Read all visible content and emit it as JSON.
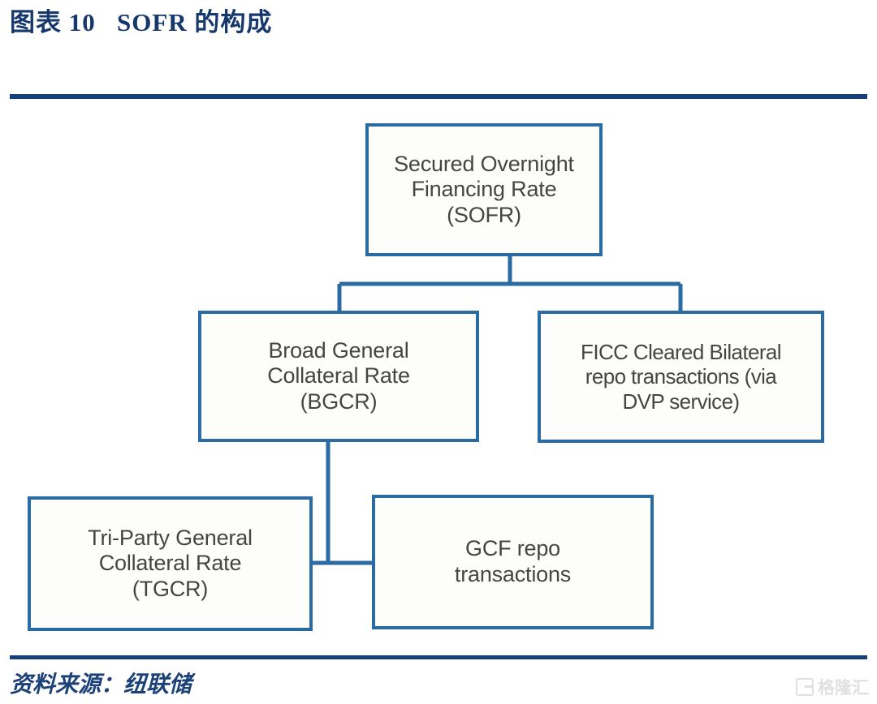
{
  "header": {
    "title": "图表 10   SOFR 的构成",
    "rule_color": "#164077"
  },
  "diagram": {
    "type": "hierarchy-flowchart",
    "border_color": "#2a6ba4",
    "node_fill": "#fdfdfb",
    "text_color": "#454545",
    "nodes": [
      {
        "id": "sofr",
        "label": "Secured Overnight\nFinancing Rate\n(SOFR)",
        "level": 0
      },
      {
        "id": "bgcr",
        "label": "Broad General\nCollateral Rate\n(BGCR)",
        "level": 1
      },
      {
        "id": "ficc",
        "label": "FICC Cleared Bilateral\nrepo transactions (via\nDVP service)",
        "level": 1
      },
      {
        "id": "tgcr",
        "label": "Tri-Party General\nCollateral Rate\n(TGCR)",
        "level": 2
      },
      {
        "id": "gcf",
        "label": "GCF repo\ntransactions",
        "level": 2
      }
    ],
    "edges": [
      {
        "from": "sofr",
        "to": "bgcr"
      },
      {
        "from": "sofr",
        "to": "ficc"
      },
      {
        "from": "bgcr",
        "to": "tgcr"
      },
      {
        "from": "bgcr",
        "to": "gcf"
      }
    ]
  },
  "footer": {
    "source": "资料来源：纽联储",
    "rule_color": "#164077",
    "watermark": "格隆汇",
    "watermark_icon": "g-logo-icon"
  }
}
